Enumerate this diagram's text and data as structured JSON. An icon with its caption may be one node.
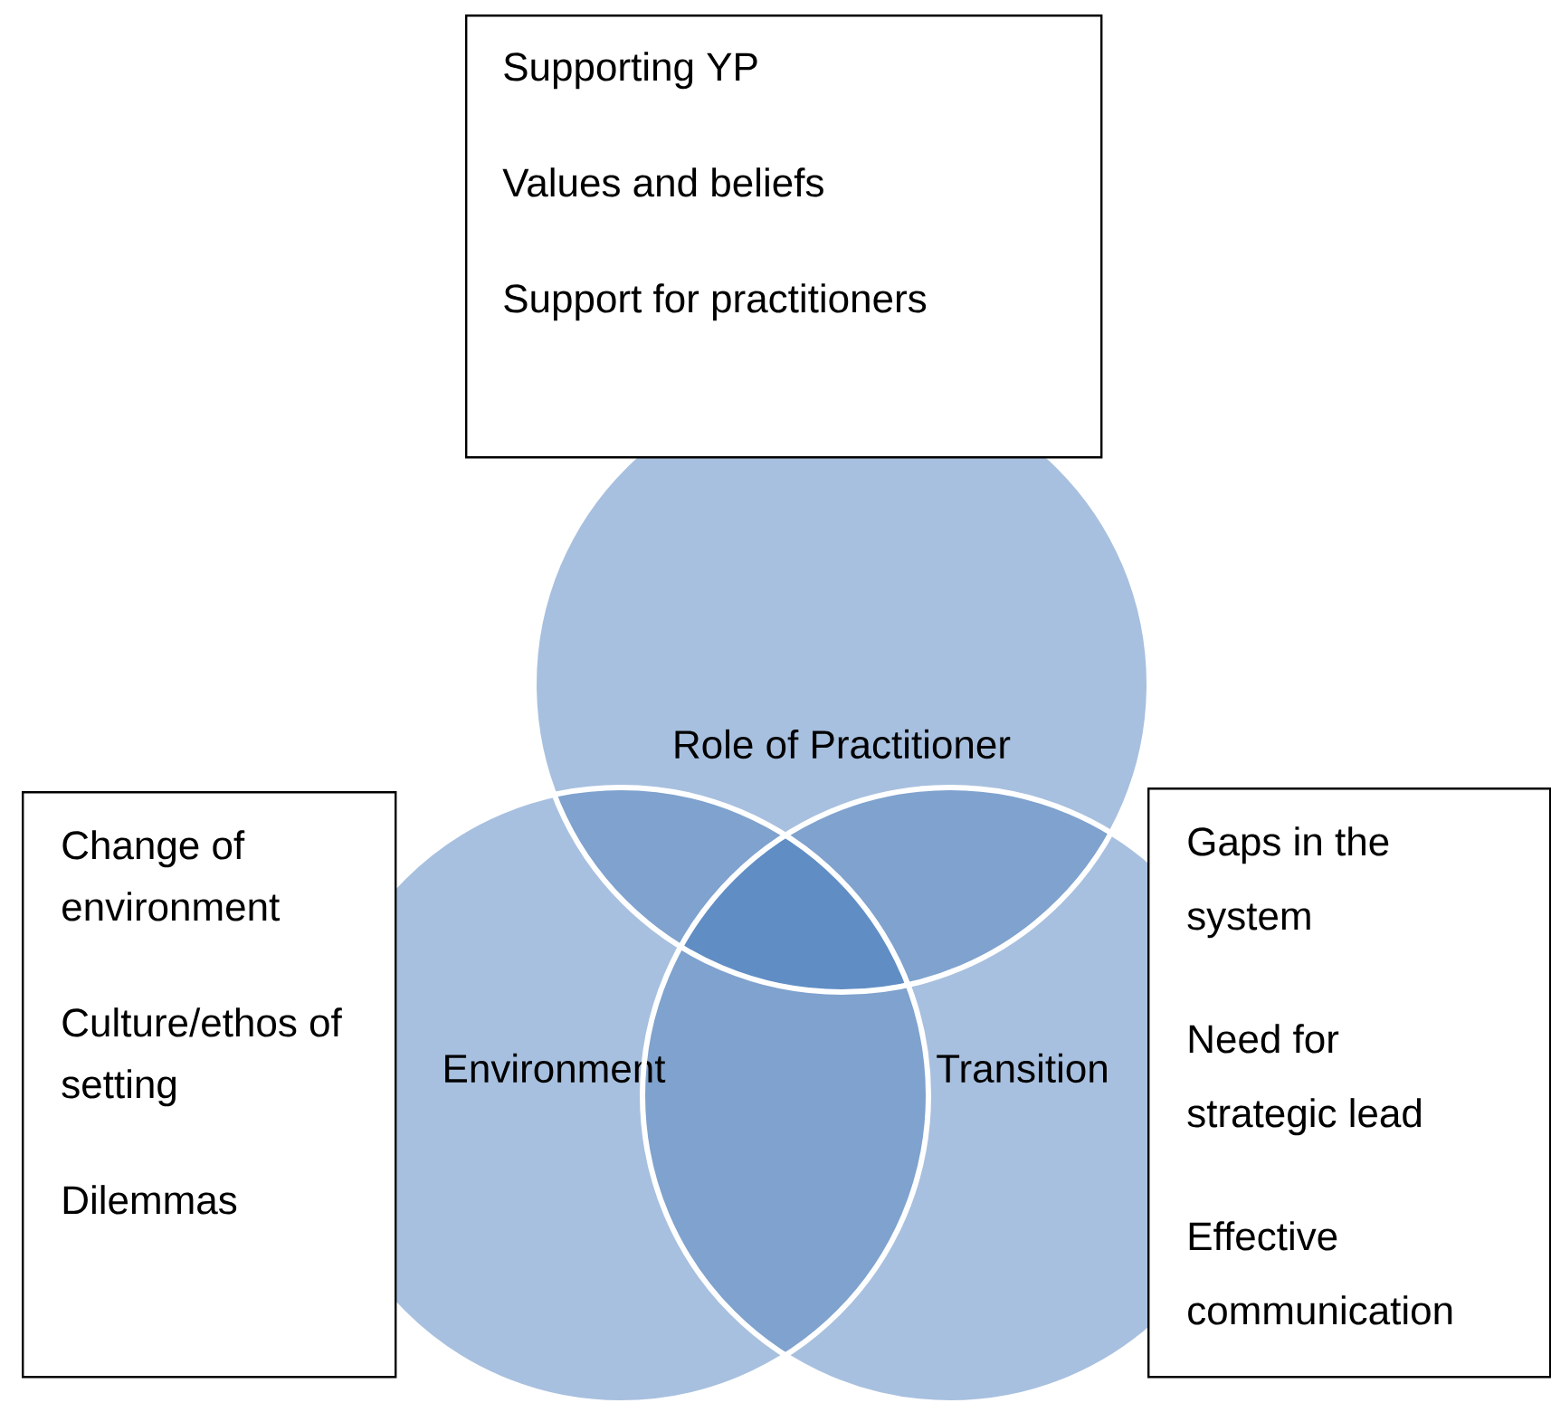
{
  "diagram": {
    "nodes": [
      {
        "text": [
          "Supporting YP",
          "Values and beliefs",
          "Support for practitioners"
        ]
      },
      {
        "text": [
          "Role of Practitioner"
        ]
      },
      {
        "text": [
          "Change of environment",
          "Culture/ethos of setting",
          "Dilemmas"
        ]
      },
      {
        "text": [
          "Environment"
        ]
      },
      {
        "text": [
          "Transition"
        ]
      },
      {
        "text": [
          "Gaps in the system",
          "Need for strategic lead",
          "Effective communication"
        ]
      }
    ]
  }
}
